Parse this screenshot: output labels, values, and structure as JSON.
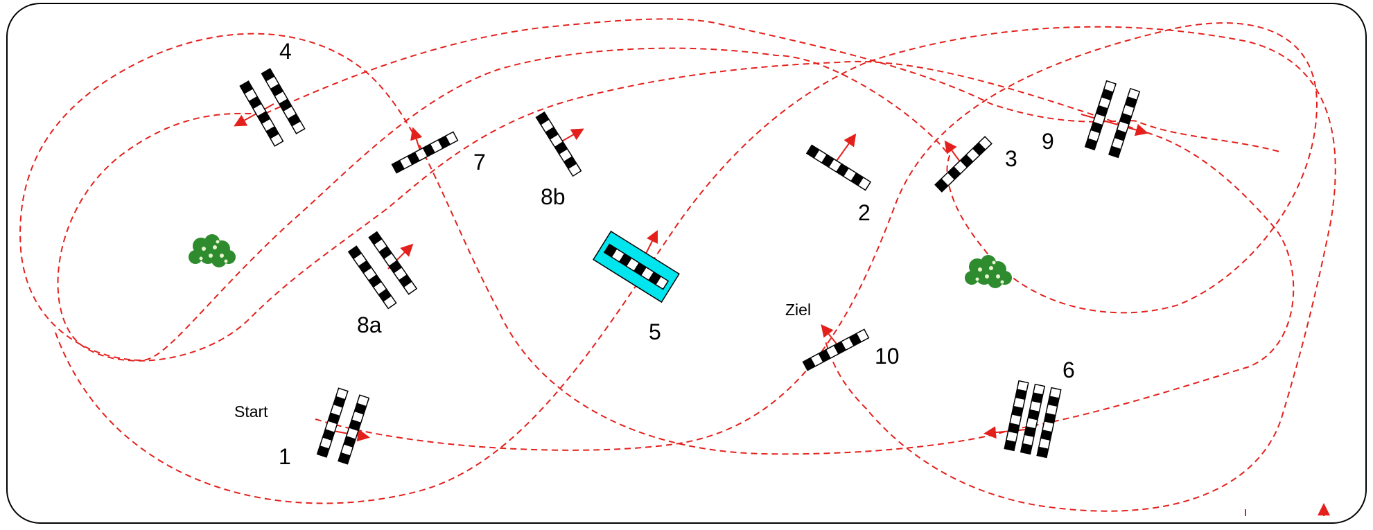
{
  "course": {
    "start_label": "Start",
    "finish_label": "Ziel",
    "obstacles": [
      {
        "id": "1",
        "label": "1",
        "kind": "oxer"
      },
      {
        "id": "2",
        "label": "2",
        "kind": "vertical"
      },
      {
        "id": "3",
        "label": "3",
        "kind": "vertical"
      },
      {
        "id": "4",
        "label": "4",
        "kind": "oxer"
      },
      {
        "id": "5",
        "label": "5",
        "kind": "water-jump"
      },
      {
        "id": "6",
        "label": "6",
        "kind": "triple-bar"
      },
      {
        "id": "7",
        "label": "7",
        "kind": "vertical"
      },
      {
        "id": "8a",
        "label": "8a",
        "kind": "oxer"
      },
      {
        "id": "8b",
        "label": "8b",
        "kind": "vertical"
      },
      {
        "id": "9",
        "label": "9",
        "kind": "oxer"
      },
      {
        "id": "10",
        "label": "10",
        "kind": "vertical"
      }
    ],
    "decorations": [
      "shrub-icon",
      "shrub-icon"
    ],
    "route_color": "#e3201b",
    "water_color": "#00e5ee",
    "arena_border_color": "#000000"
  }
}
